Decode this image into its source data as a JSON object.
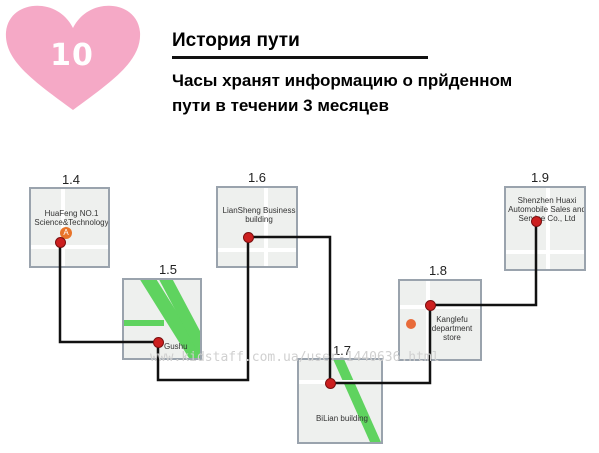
{
  "badge": {
    "number": "10"
  },
  "title": "История пути",
  "subtitle": "Часы хранят информацию о прйденном пути в течении 3 месяцев",
  "watermark": "www.kidstaff.com.ua/user-1440636.html",
  "colors": {
    "heart": "#f5a9c6",
    "path": "#111111",
    "pin": "#cc1f1f",
    "map_border": "#9aa3ad",
    "green_road": "#5fd35f"
  },
  "points": [
    {
      "date": "1.4",
      "label": "HuaFeng NO.1 Science&Technology"
    },
    {
      "date": "1.5",
      "label": "Gushu"
    },
    {
      "date": "1.6",
      "label": "LianSheng Business building"
    },
    {
      "date": "1.7",
      "label": "BiLian building"
    },
    {
      "date": "1.8",
      "label": "Kanglefu department store"
    },
    {
      "date": "1.9",
      "label": "Shenzhen Huaxi Automobile Sales and Service Co., Ltd"
    }
  ]
}
